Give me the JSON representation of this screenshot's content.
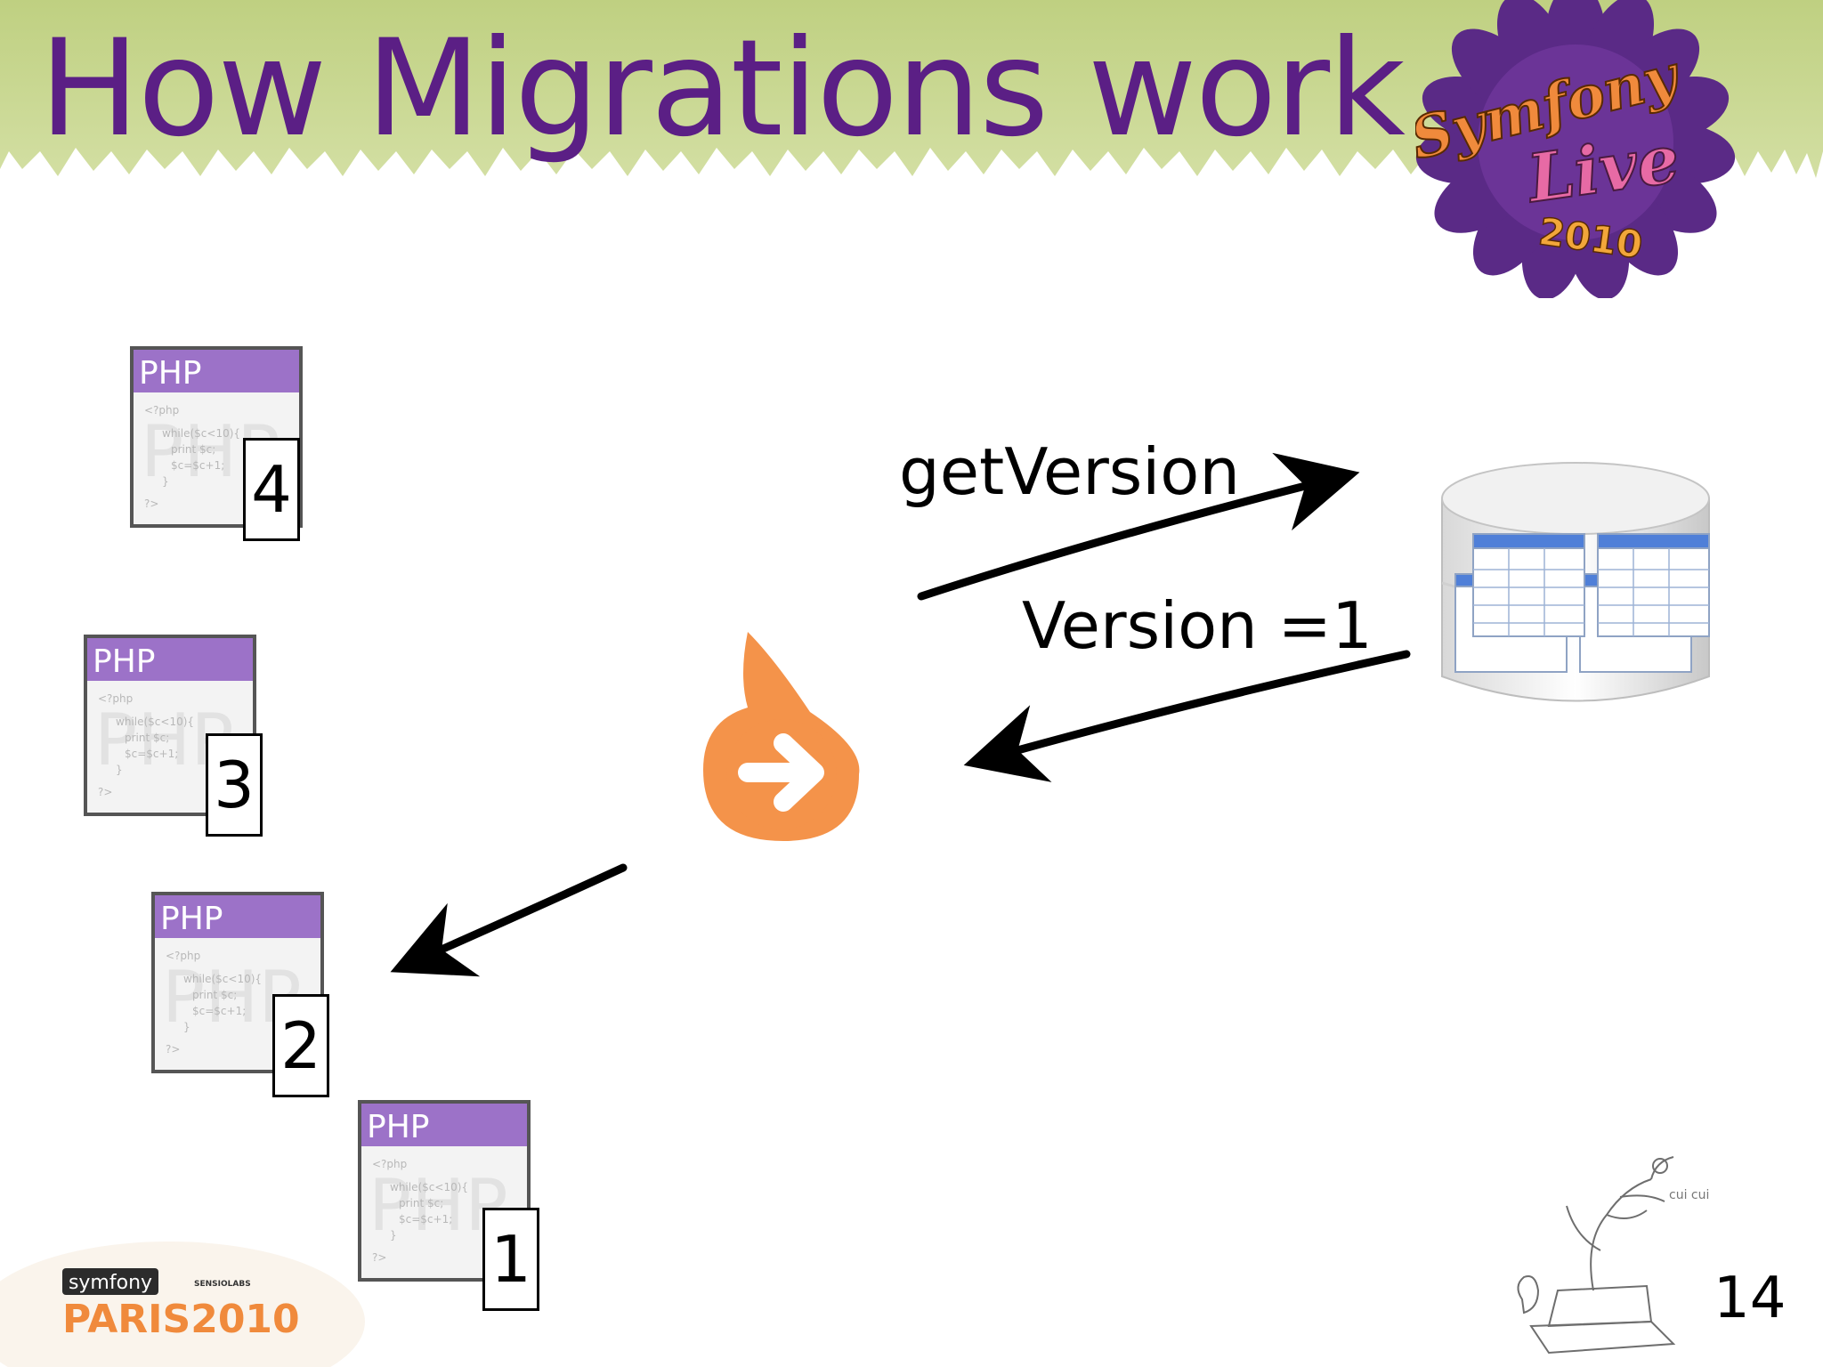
{
  "slide": {
    "title": "How Migrations work",
    "page_number": "14"
  },
  "migrations": [
    {
      "label": "PHP",
      "number": "4"
    },
    {
      "label": "PHP",
      "number": "3"
    },
    {
      "label": "PHP",
      "number": "2"
    },
    {
      "label": "PHP",
      "number": "1"
    }
  ],
  "php_file_text": {
    "big": "PHP",
    "code_lines": [
      "<?php",
      "while($c<10){",
      "print $c;",
      "$c=$c+1;",
      "}",
      "?>"
    ]
  },
  "arrows": {
    "get_version": "getVersion",
    "version_result": "Version =1"
  },
  "logos": {
    "symfony_live": {
      "line1": "Symfony",
      "line2": "Live",
      "year": "2010"
    },
    "paris": {
      "brand": "symfony",
      "partner": "SENSIOLABS",
      "event": "PARIS2010"
    },
    "doodle_text": "cui cui.."
  },
  "colors": {
    "title": "#5b1f85",
    "header_green": "#c3d48a",
    "doctrine_orange": "#f4934a",
    "php_header": "#9c72c8",
    "db_blue": "#4f7fd8"
  },
  "icons": [
    "doctrine-logo-icon",
    "database-icon",
    "php-file-icon",
    "symfony-live-logo-icon",
    "paris-2010-logo-icon",
    "doodle-illustration-icon"
  ]
}
